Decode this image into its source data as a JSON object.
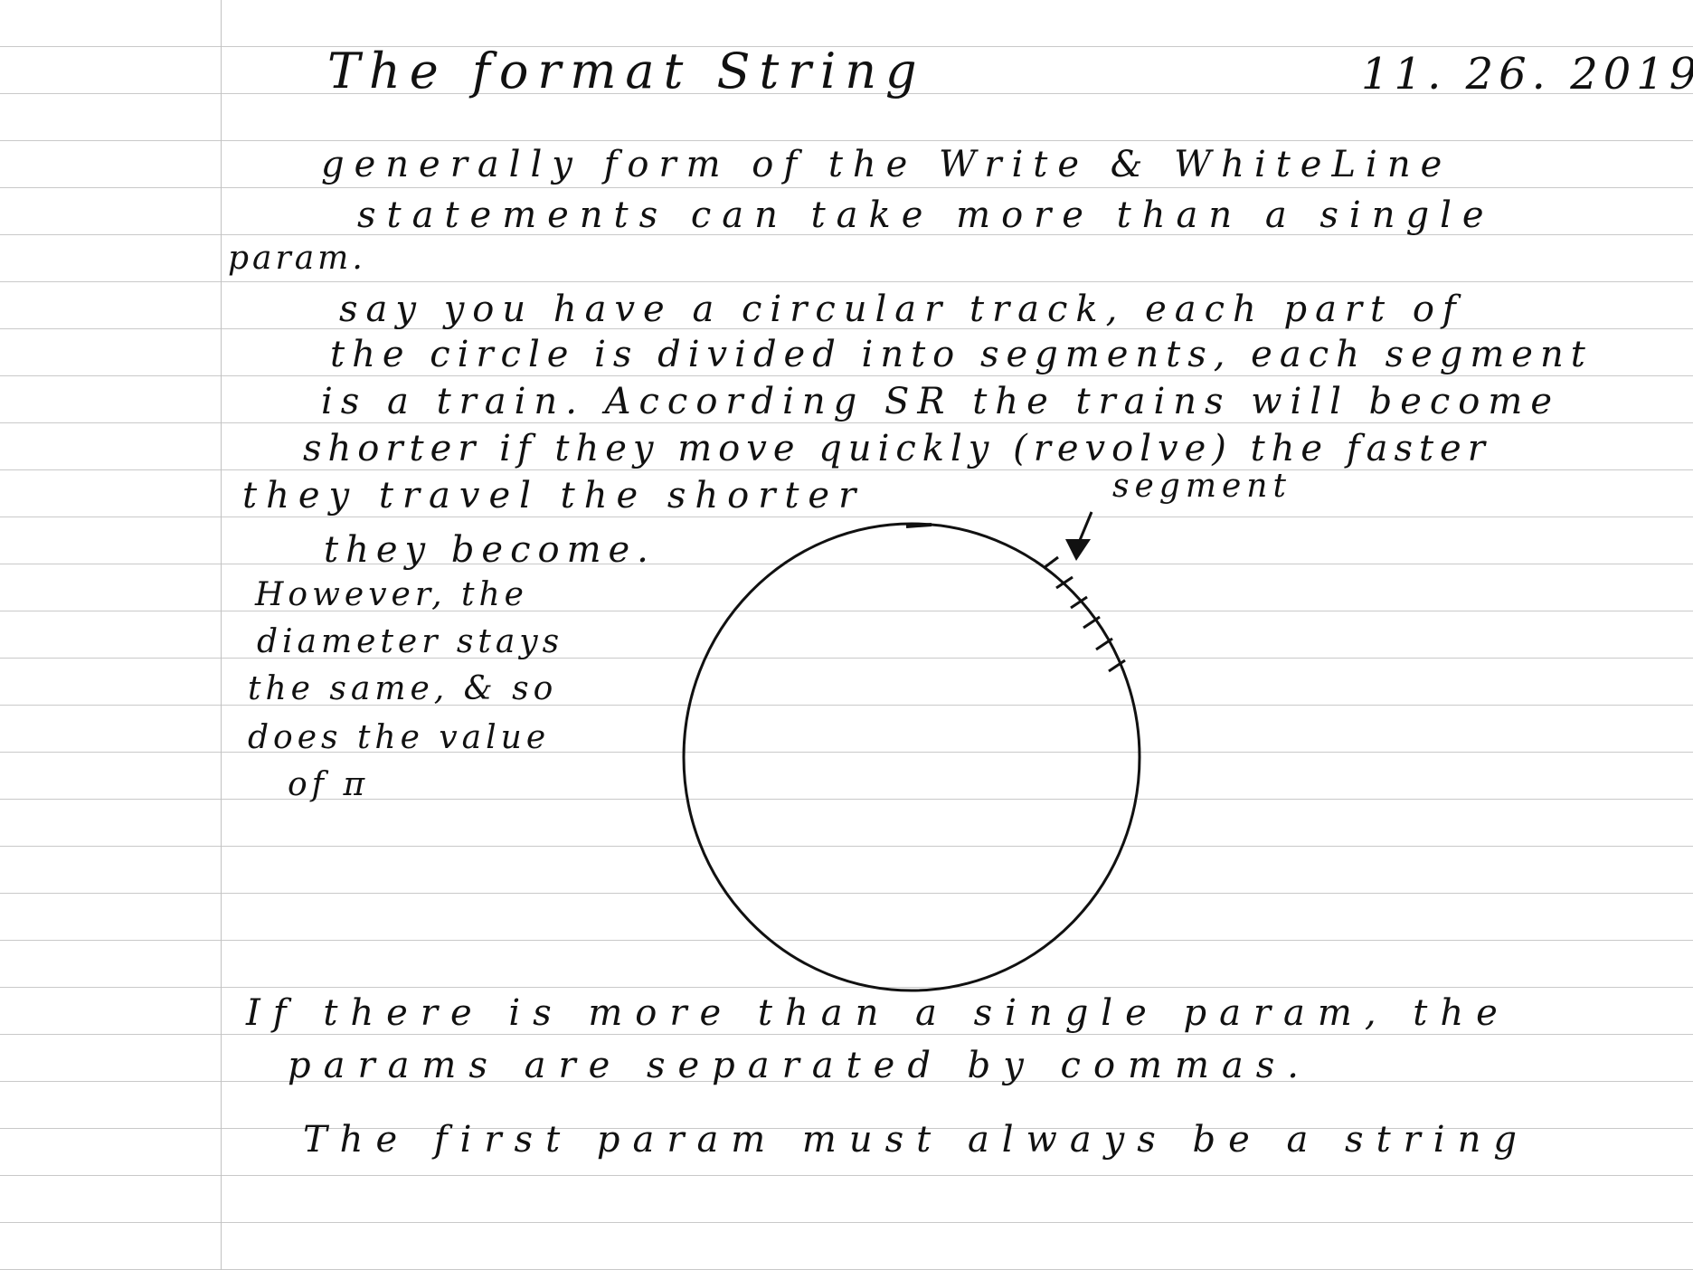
{
  "note": {
    "title": "The format String",
    "date": "11. 26. 2019",
    "lines": [
      "generally form of the Write & WhiteLine",
      "statements can take more than a single",
      "param.",
      "say you have a circular track, each part of",
      "the circle is divided into segments, each segment",
      "is a train. According SR the trains will become",
      "shorter if they move quickly (revolve) the faster",
      "they travel the shorter",
      "they become.",
      "However, the",
      "diameter stays",
      "the same, & so",
      "does the value",
      "of π",
      "If there is more than a single param, the",
      "params are separated by commas.",
      "The first param must always be a string"
    ],
    "diagram_label": "segment"
  }
}
